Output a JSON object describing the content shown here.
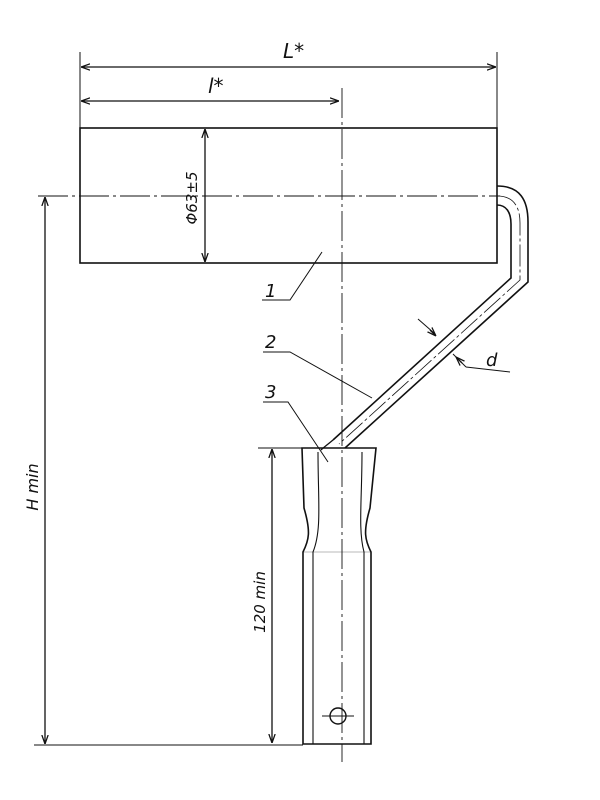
{
  "labels": {
    "overall_length": "L*",
    "roller_length": "l*",
    "diameter": "Φ63±5",
    "rod_diameter": "d",
    "height": "H min",
    "handle_length": "120 min",
    "part_roller": "1",
    "part_rod": "2",
    "part_handle": "3"
  },
  "colors": {
    "ink": "#111111",
    "paper": "#ffffff"
  }
}
